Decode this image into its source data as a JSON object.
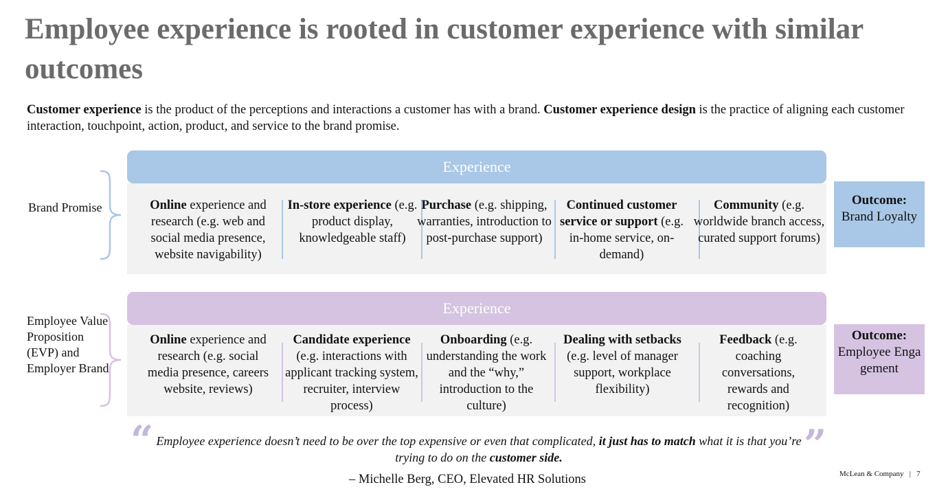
{
  "title": "Employee experience is rooted in customer experience with similar outcomes",
  "intro": {
    "term1": "Customer experience",
    "text1": " is the product of the perceptions and interactions a customer has with a brand. ",
    "term2": "Customer experience design",
    "text2": " is the practice of aligning each customer interaction, touchpoint, action, product, and service to the brand promise."
  },
  "colors": {
    "blue": "#a9c7e6",
    "purple": "#d5c3e1",
    "panel": "#f2f2f2",
    "title": "#6b6b6b"
  },
  "customer_row": {
    "label": "Brand Promise",
    "header": "Experience",
    "columns": [
      {
        "bold": "Online",
        "text": " experience and research (e.g. web and social media presence, website navigability)"
      },
      {
        "bold": "In-store experience",
        "text": " (e.g. product display, knowledgeable staff)"
      },
      {
        "bold": "Purchase",
        "text": " (e.g. shipping, warranties, introduction to post-purchase support)"
      },
      {
        "bold": "Continued customer service or support",
        "text": " (e.g. in-home service, on-demand)"
      },
      {
        "bold": "Community",
        "text": " (e.g. worldwide branch access, curated support forums)"
      }
    ],
    "outcome_title": "Outcome:",
    "outcome_value": "Brand Loyalty"
  },
  "employee_row": {
    "label": "Employee Value Proposition (EVP) and Employer Brand",
    "header": "Experience",
    "columns": [
      {
        "bold": "Online",
        "text": " experience and research (e.g. social media presence, careers website, reviews)"
      },
      {
        "bold": "Candidate experience",
        "text": " (e.g. interactions with applicant tracking system, recruiter, interview process)"
      },
      {
        "bold": "Onboarding",
        "text": " (e.g. understanding the work and the “why,” introduction to the culture)"
      },
      {
        "bold": "Dealing with setbacks",
        "text": " (e.g. level of manager support, workplace flexibility)"
      },
      {
        "bold": "Feedback",
        "text": " (e.g. coaching conversations, rewards and recognition)"
      }
    ],
    "outcome_title": "Outcome:",
    "outcome_value": "Employee Engagement"
  },
  "quote": {
    "text1": "Employee experience doesn’t need to be over the top expensive or even that complicated, ",
    "bold1": "it just has to match",
    "text2": " what it is that you’re trying to do on the ",
    "bold2": "customer side.",
    "open_mark": "“",
    "close_mark": "”",
    "attribution": "– Michelle Berg, CEO, Elevated HR Solutions"
  },
  "footer": "McLean & Company   |   7"
}
